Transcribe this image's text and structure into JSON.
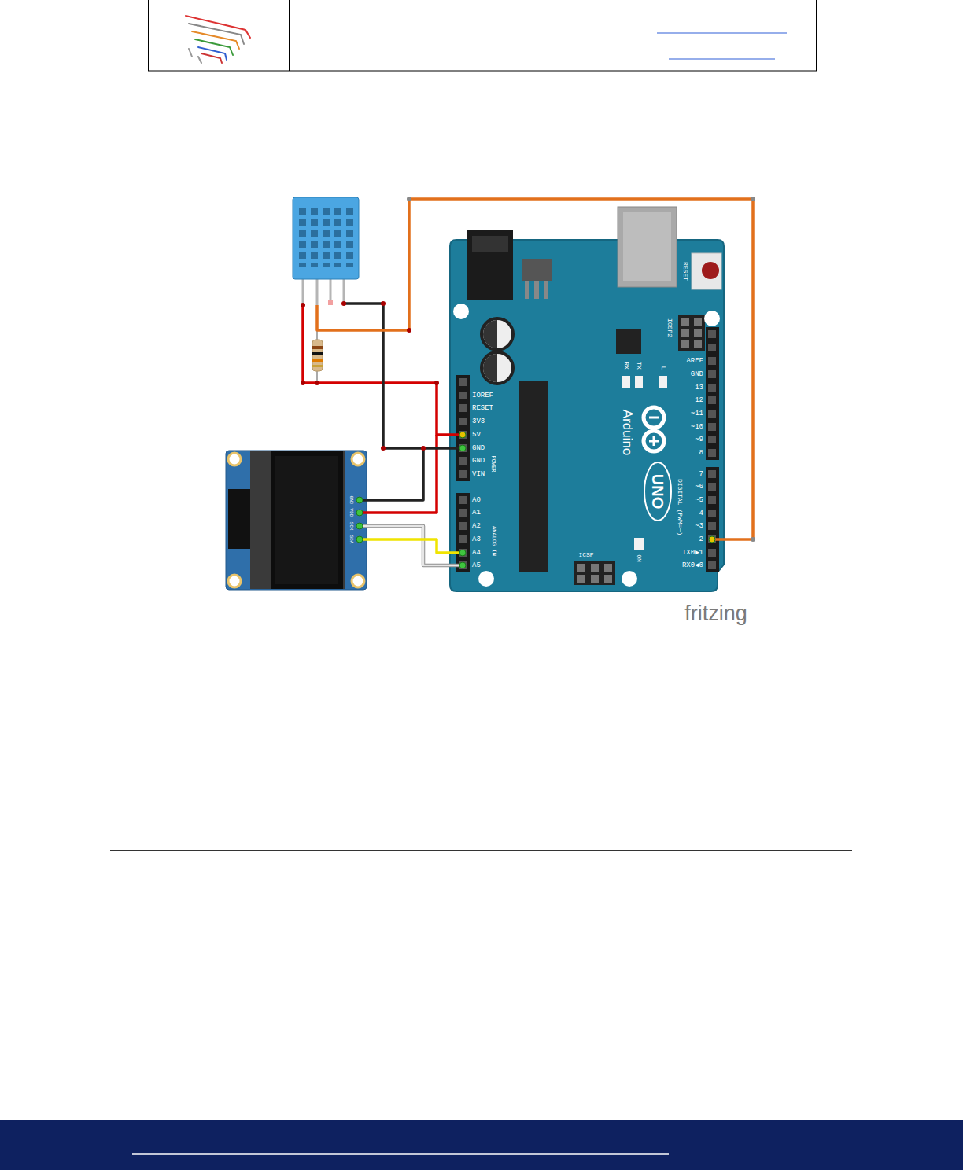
{
  "diagram": {
    "labels": [
      "IOREF",
      "RESET",
      "3V3",
      "5V",
      "GND",
      "GND",
      "VIN",
      "POWER",
      "A0",
      "A1",
      "A2",
      "A3",
      "A4",
      "A5",
      "ANALOG IN",
      "AREF",
      "GND",
      "13",
      "12",
      "~11",
      "~10",
      "~9",
      "8",
      "7",
      "~6",
      "~5",
      "4",
      "~3",
      "2",
      "TX0▶1",
      "RX0◀0",
      "DIGITAL (PWM=~)",
      "Arduino",
      "UNO",
      "ICSP2",
      "RESET",
      "TX",
      "RX",
      "L",
      "ICSP",
      "ON",
      "GND",
      "VDD",
      "SCK",
      "SDA",
      "fritzing"
    ]
  }
}
